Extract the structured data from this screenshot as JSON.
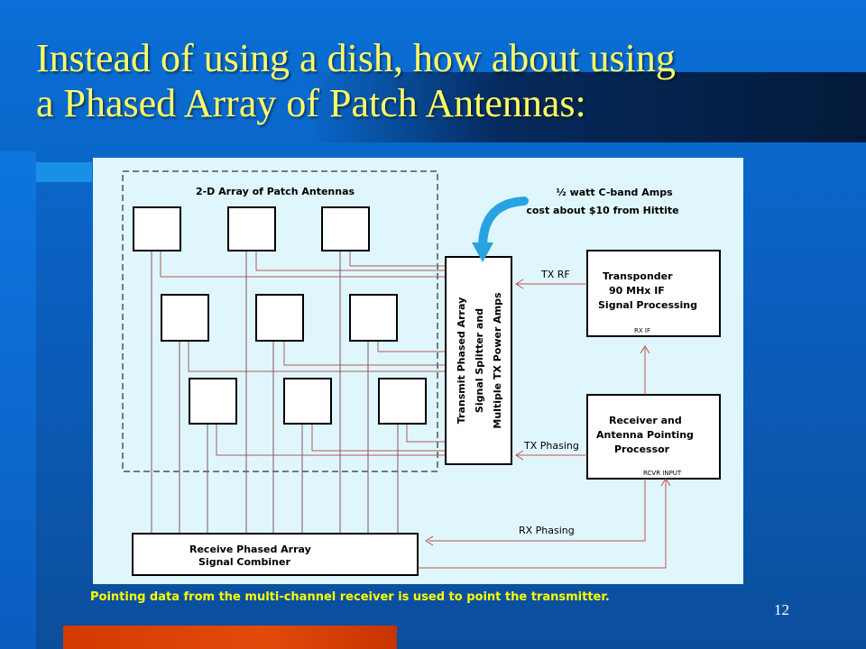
{
  "slide": {
    "title_line1": "Instead of using a dish, how about using",
    "title_line2": "a Phased Array of Patch Antennas:",
    "caption": "Pointing data from the multi-channel receiver is used to point the transmitter.",
    "page_number": "12"
  },
  "diagram": {
    "array_label": "2-D Array of Patch Antennas",
    "amps_note_line1": "½ watt C-band Amps",
    "amps_note_line2": "cost about $10 from Hittite",
    "tx_array_line1": "Transmit Phased Array",
    "tx_array_line2": "Signal Splitter and",
    "tx_array_line3": "Multiple TX Power Amps",
    "transponder_line1": "Transponder",
    "transponder_line2": "90 MHx IF",
    "transponder_line3": "Signal Processing",
    "rx_if_label": "RX IF",
    "receiver_line1": "Receiver and",
    "receiver_line2": "Antenna Pointing",
    "receiver_line3": "Processor",
    "rcvr_input_label": "RCVR INPUT",
    "rx_combiner_line1": "Receive Phased Array",
    "rx_combiner_line2": "Signal Combiner",
    "tx_rf_label": "TX RF",
    "tx_phasing_label": "TX Phasing",
    "rx_phasing_label": "RX Phasing"
  },
  "colors": {
    "title": "#ffff66",
    "caption": "#ffff00",
    "panel_bg": "#dff7fc",
    "arrow": "#29a3e0",
    "line_red": "#c05050"
  }
}
